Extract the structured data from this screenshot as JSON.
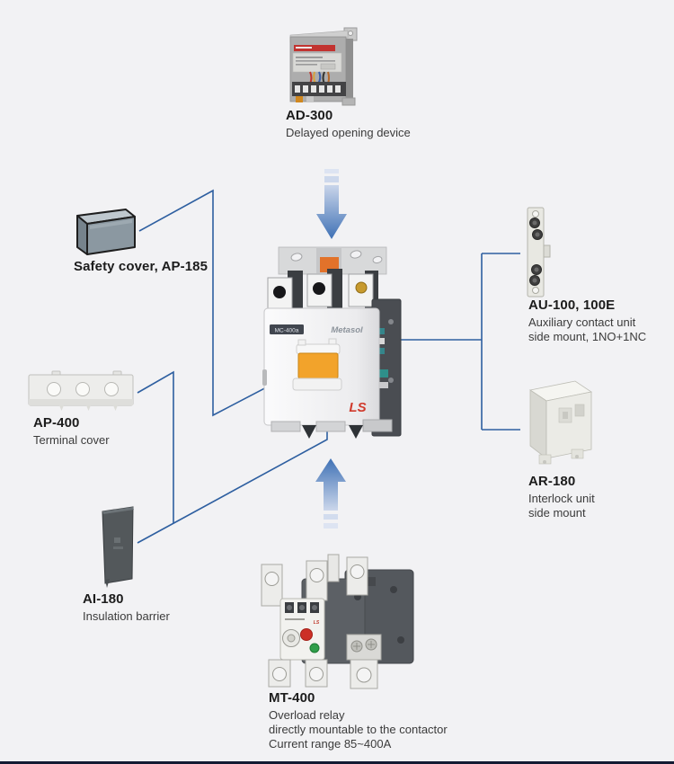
{
  "page": {
    "background_color": "#f2f2f4",
    "connector_line_color": "#2e5fa0",
    "arrow_color_dark": "#3f71b5",
    "arrow_color_light": "#d9e1f0",
    "bottom_border_color": "#131b33",
    "title_text_color": "#1c1c1c",
    "description_text_color": "#3b3b3b"
  },
  "components": {
    "ad300": {
      "title": "AD-300",
      "desc": "Delayed opening device"
    },
    "ap185": {
      "title": "Safety cover, AP-185"
    },
    "au100": {
      "title": "AU-100, 100E",
      "desc_line1": "Auxiliary contact unit",
      "desc_line2": "side mount, 1NO+1NC"
    },
    "ap400": {
      "title": "AP-400",
      "desc": "Terminal cover"
    },
    "ar180": {
      "title": "AR-180",
      "desc_line1": "Interlock unit",
      "desc_line2": "side mount"
    },
    "ai180": {
      "title": "AI-180",
      "desc": "Insulation barrier"
    },
    "mt400": {
      "title": "MT-400",
      "desc_line1": "Overload relay",
      "desc_line2": "directly mountable to the contactor",
      "desc_line3": "Current range 85~400A"
    },
    "contactor": {
      "model_label": "MC-400a",
      "brand": "Metasol",
      "logo": "LS"
    }
  }
}
